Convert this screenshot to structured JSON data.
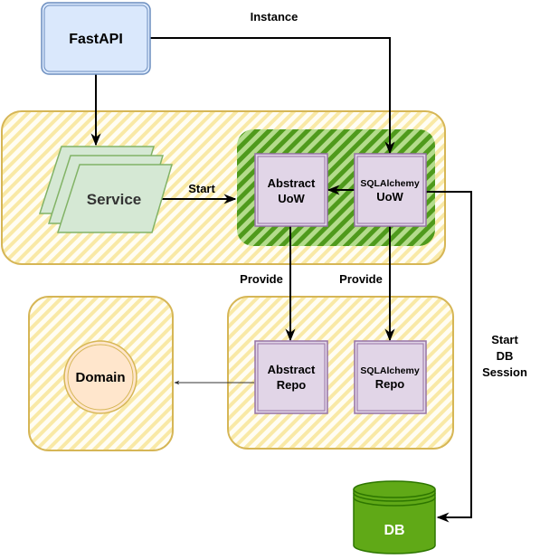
{
  "nodes": {
    "fastapi": "FastAPI",
    "service": "Service",
    "abstract_uow": [
      "Abstract",
      "UoW"
    ],
    "sqlalchemy_uow": [
      "SQLAlchemy",
      "UoW"
    ],
    "abstract_repo": [
      "Abstract",
      "Repo"
    ],
    "sqlalchemy_repo": [
      "SQLAlchemy",
      "Repo"
    ],
    "domain": "Domain",
    "db": "DB"
  },
  "edges": {
    "instance": "Instance",
    "start": "Start",
    "provide_left": "Provide",
    "provide_right": "Provide",
    "start_db_session": [
      "Start",
      "DB",
      "Session"
    ]
  },
  "colors": {
    "zone_hatch": "#f9e9a6",
    "zone_border": "#d6b656",
    "uow_hatch_dark": "#4f9a1c",
    "uow_hatch_light": "#b4dc8c",
    "fastapi_fill": "#dae8fc",
    "fastapi_border": "#6c8ebf",
    "service_fill": "#d5e8d4",
    "service_border": "#82b366",
    "purple_fill": "#e1d5e7",
    "purple_border": "#9673a6",
    "domain_fill": "#ffe6cc",
    "domain_border": "#d6b656",
    "db_fill": "#60a917",
    "db_border": "#2d7600",
    "db_text": "#ffffff",
    "edge": "#000000"
  }
}
